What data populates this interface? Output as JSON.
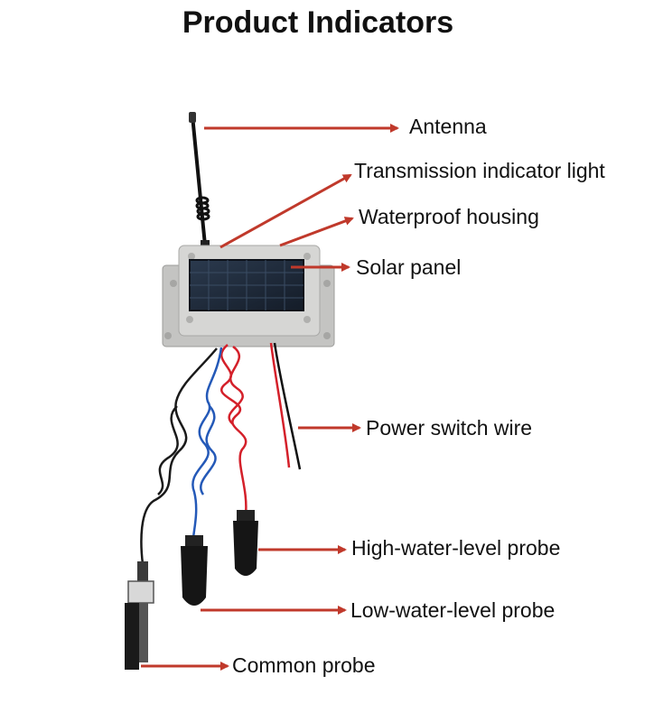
{
  "title": "Product Indicators",
  "colors": {
    "arrow": "#c0392b",
    "housing": "#cfcfcd",
    "solar": "#1d2a3a",
    "red_wire": "#d4202a",
    "blue_wire": "#2459b8",
    "black_wire": "#1a1a1a"
  },
  "labels": {
    "antenna": "Antenna",
    "transmission_light": "Transmission indicator light",
    "waterproof_housing": "Waterproof housing",
    "solar_panel": "Solar panel",
    "power_switch_wire": "Power switch wire",
    "high_probe": "High-water-level probe",
    "low_probe": "Low-water-level probe",
    "common_probe": "Common probe"
  }
}
